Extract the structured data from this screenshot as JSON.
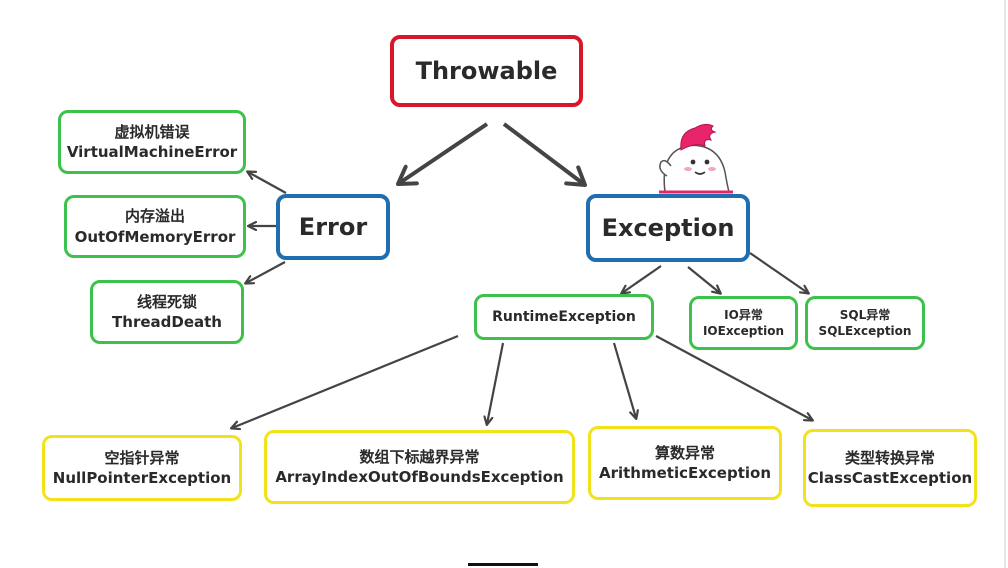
{
  "nodes": {
    "throwable": {
      "title": "Throwable"
    },
    "error": {
      "title": "Error"
    },
    "exception": {
      "title": "Exception"
    },
    "vm_error": {
      "title": "虚拟机错误",
      "name": "VirtualMachineError"
    },
    "oom_error": {
      "title": "内存溢出",
      "name": "OutOfMemoryError"
    },
    "thread_death": {
      "title": "线程死锁",
      "name": "ThreadDeath"
    },
    "runtime_exception": {
      "title": "RuntimeException"
    },
    "io_exception": {
      "title": "IO异常",
      "name": "IOException"
    },
    "sql_exception": {
      "title": "SQL异常",
      "name": "SQLException"
    },
    "null_pointer": {
      "title": "空指针异常",
      "name": "NullPointerException"
    },
    "array_index": {
      "title": "数组下标越界异常",
      "name": "ArrayIndexOutOfBoundsException"
    },
    "arithmetic": {
      "title": "算数异常",
      "name": "ArithmeticException"
    },
    "class_cast": {
      "title": "类型转换异常",
      "name": "ClassCastException"
    }
  },
  "colors": {
    "root_border": "#d7182a",
    "level1_border": "#1f6fb0",
    "error_child_border": "#3cc24a",
    "runtime_child_border": "#f2e21a",
    "arrow": "#444444"
  },
  "icons": {
    "mascot": "cartoon-mascot-icon"
  }
}
